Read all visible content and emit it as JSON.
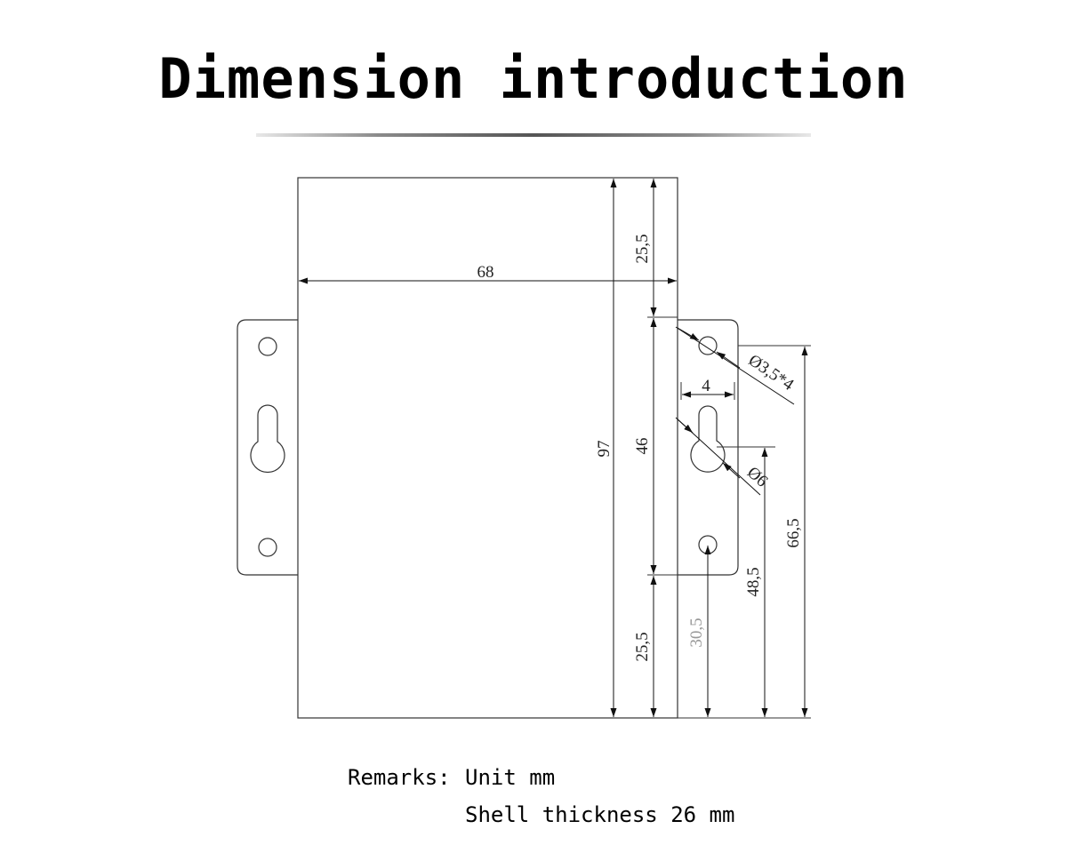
{
  "title": "Dimension introduction",
  "dimensions": {
    "width": "68",
    "height": "97",
    "top_offset": "25,5",
    "hole_spacing": "46",
    "bottom_offset": "25,5",
    "hole_diameter": "Ø3,5*4",
    "slot_width": "4",
    "slot_diameter": "Ø6",
    "top_hole_height": "66,5",
    "slot_height": "48,5",
    "bottom_hole_height": "30,5"
  },
  "remarks": {
    "label": "Remarks:",
    "unit": "Unit mm",
    "thickness": "Shell thickness 26 mm"
  }
}
